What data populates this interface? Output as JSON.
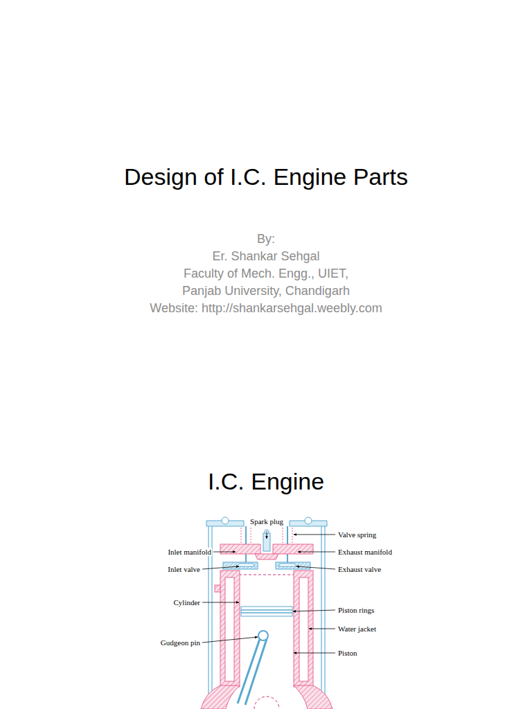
{
  "diagram": {
    "title": "Design of I.C. Engine Parts",
    "labels": [
      "By:",
      "Er. Shankar Sehgal",
      "Faculty of Mech. Engg., UIET,",
      "Panjab University, Chandigarh",
      "Website: http://shankarsehgal.weebly.com",
      "I.C. Engine",
      "Spark plug",
      "Valve spring",
      "Inlet manifold",
      "Exhaust manifold",
      "Inlet valve",
      "Exhaust valve",
      "Cylinder",
      "Piston rings",
      "Water jacket",
      "Gudgeon pin",
      "Piston"
    ]
  }
}
